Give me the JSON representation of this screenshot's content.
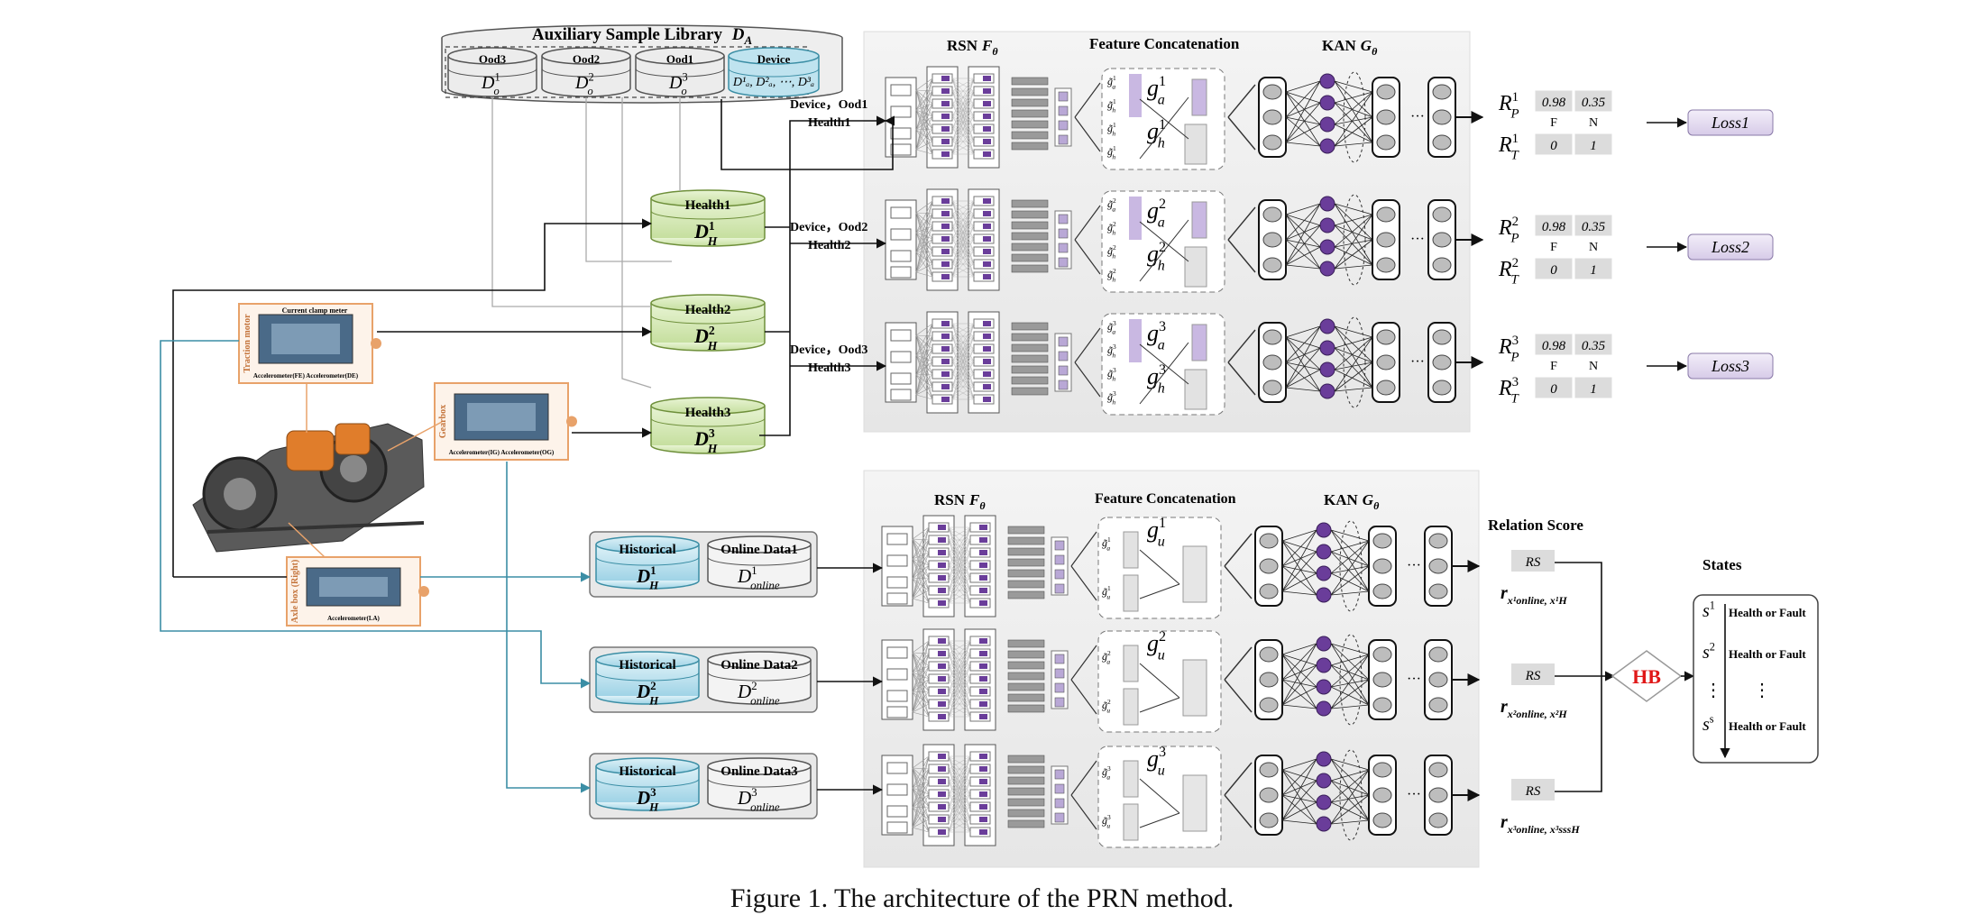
{
  "library": {
    "title": "Auxiliary Sample Library",
    "title_sym": "D",
    "title_sub": "A",
    "cells": [
      {
        "label": "Ood3",
        "sym": "D",
        "sup": "1",
        "sub": "o"
      },
      {
        "label": "Ood2",
        "sym": "D",
        "sup": "2",
        "sub": "o"
      },
      {
        "label": "Ood1",
        "sym": "D",
        "sup": "3",
        "sub": "o"
      }
    ],
    "device": {
      "label": "Device",
      "formula": "D¹ₐ, D²ₐ, ⋯, D³ₐ"
    }
  },
  "health_dbs": [
    {
      "label": "Health1",
      "sym": "D",
      "sup": "1",
      "sub": "H"
    },
    {
      "label": "Health2",
      "sym": "D",
      "sup": "2",
      "sub": "H"
    },
    {
      "label": "Health3",
      "sym": "D",
      "sup": "3",
      "sub": "H"
    }
  ],
  "input_labels": [
    {
      "line1": "Device，Ood1",
      "line2": "Health1"
    },
    {
      "line1": "Device，Ood2",
      "line2": "Health2"
    },
    {
      "line1": "Device，Ood3",
      "line2": "Health3"
    }
  ],
  "rig": {
    "traction": {
      "side": "Traction motor",
      "top": "Current clamp meter",
      "bottom": "Accelerometer(FE)  Accelerometer(DE)"
    },
    "gearbox": {
      "side": "Gearbox",
      "bottom": "Accelerometer(IG)   Accelerometer(OG)"
    },
    "axle": {
      "side": "Axle box (Right)",
      "bottom": "Accelerometer(LA)"
    }
  },
  "panel_top": {
    "rsn_label": "RSN",
    "rsn_sym": "F",
    "rsn_sub": "θ",
    "concat_label": "Feature Concatenation",
    "kan_label": "KAN",
    "kan_sym": "G",
    "kan_sub": "θ",
    "rows": [
      {
        "ga": "g",
        "ga_sup": "1",
        "ga_sub": "a",
        "gh_sup": "1",
        "gh_sub": "h"
      },
      {
        "ga": "g",
        "ga_sup": "2",
        "ga_sub": "a",
        "gh_sup": "2",
        "gh_sub": "h"
      },
      {
        "ga": "g",
        "ga_sup": "3",
        "ga_sub": "a",
        "gh_sup": "3",
        "gh_sub": "h"
      }
    ]
  },
  "outputs_top": [
    {
      "rp_sup": "1",
      "rt_sup": "1",
      "p_vals": [
        "0.98",
        "0.35"
      ],
      "t_vals": [
        "0",
        "1"
      ],
      "cols": [
        "F",
        "N"
      ],
      "loss": "Loss1"
    },
    {
      "rp_sup": "2",
      "rt_sup": "2",
      "p_vals": [
        "0.98",
        "0.35"
      ],
      "t_vals": [
        "0",
        "1"
      ],
      "cols": [
        "F",
        "N"
      ],
      "loss": "Loss2"
    },
    {
      "rp_sup": "3",
      "rt_sup": "3",
      "p_vals": [
        "0.98",
        "0.35"
      ],
      "t_vals": [
        "0",
        "1"
      ],
      "cols": [
        "F",
        "N"
      ],
      "loss": "Loss3"
    }
  ],
  "rp_sym": "R",
  "rp_sub": "P",
  "rt_sym": "R",
  "rt_sub": "T",
  "online_dbs": [
    {
      "hist_label": "Historical",
      "hist_sup": "1",
      "online_label": "Online Data1",
      "online_sup": "1",
      "online_sub": "online"
    },
    {
      "hist_label": "Historical",
      "hist_sup": "2",
      "online_label": "Online Data2",
      "online_sup": "2",
      "online_sub": "online"
    },
    {
      "hist_label": "Historical",
      "hist_sup": "3",
      "online_label": "Online Data3",
      "online_sup": "3",
      "online_sub": "online"
    }
  ],
  "panel_bottom": {
    "rsn_label": "RSN",
    "concat_label": "Feature Concatenation",
    "kan_label": "KAN",
    "rows": [
      {
        "gu_sup": "1"
      },
      {
        "gu_sup": "2"
      },
      {
        "gu_sup": "3"
      }
    ]
  },
  "relation": {
    "title": "Relation Score",
    "rs_label": "RS",
    "scores": [
      {
        "sub": "x¹online, x¹H"
      },
      {
        "sub": "x²online, x²H"
      },
      {
        "sub": "x³online, x³sssH"
      }
    ],
    "hb": "HB"
  },
  "states": {
    "title": "States",
    "items": [
      {
        "sym": "s",
        "sup": "1",
        "text": "Health or Fault"
      },
      {
        "sym": "s",
        "sup": "2",
        "text": "Health or Fault"
      },
      {
        "sym": "s",
        "sup": "s",
        "text": "Health or Fault"
      }
    ],
    "ellipsis": "⋮"
  },
  "caption": "Figure 1.   The architecture of the PRN method.",
  "colors": {
    "health_fill": "#d6e9b8",
    "health_stroke": "#6e8f3a",
    "online_fill": "#bfe3ef",
    "node_purple": "#6a3d9a",
    "node_gray": "#bdbdbd",
    "loss_fill": "#e4dcef",
    "hb_red": "#e01818",
    "teal": "#3b8ea5",
    "rig_orange": "#e8a26a"
  }
}
